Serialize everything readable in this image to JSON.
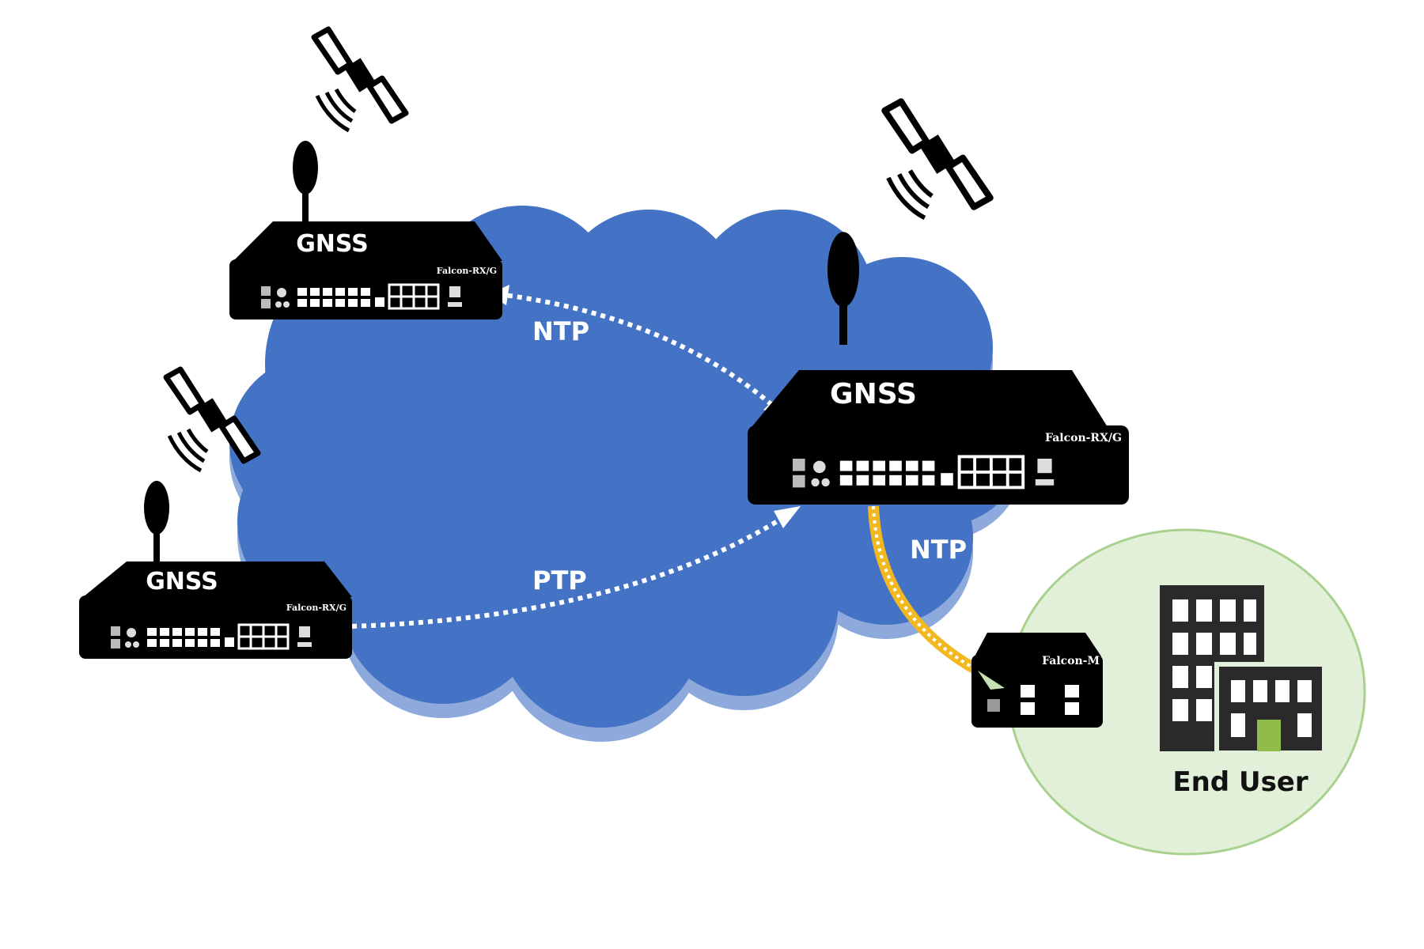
{
  "colors": {
    "cloud": "#4472c4",
    "cloud_shadow": "#8ea9db",
    "device": "#000000",
    "link_white": "#ffffff",
    "link_yellow": "#f2b81f",
    "enduser_circle": "#e2efd9",
    "enduser_border": "#a9d18e",
    "door": "#8fbc4a"
  },
  "icons": {
    "satellite": "satellite-icon",
    "antenna": "antenna-icon",
    "building": "building-icon"
  },
  "devices": {
    "top_left": {
      "badge": "GNSS",
      "model": "Falcon-RX/G"
    },
    "bottom_left": {
      "badge": "GNSS",
      "model": "Falcon-RX/G"
    },
    "center": {
      "badge": "GNSS",
      "model": "Falcon-RX/G"
    },
    "small": {
      "model": "Falcon-M"
    }
  },
  "links": {
    "ntp_top": "NTP",
    "ptp": "PTP",
    "ntp_yellow": "NTP"
  },
  "end_user": {
    "label": "End User"
  }
}
